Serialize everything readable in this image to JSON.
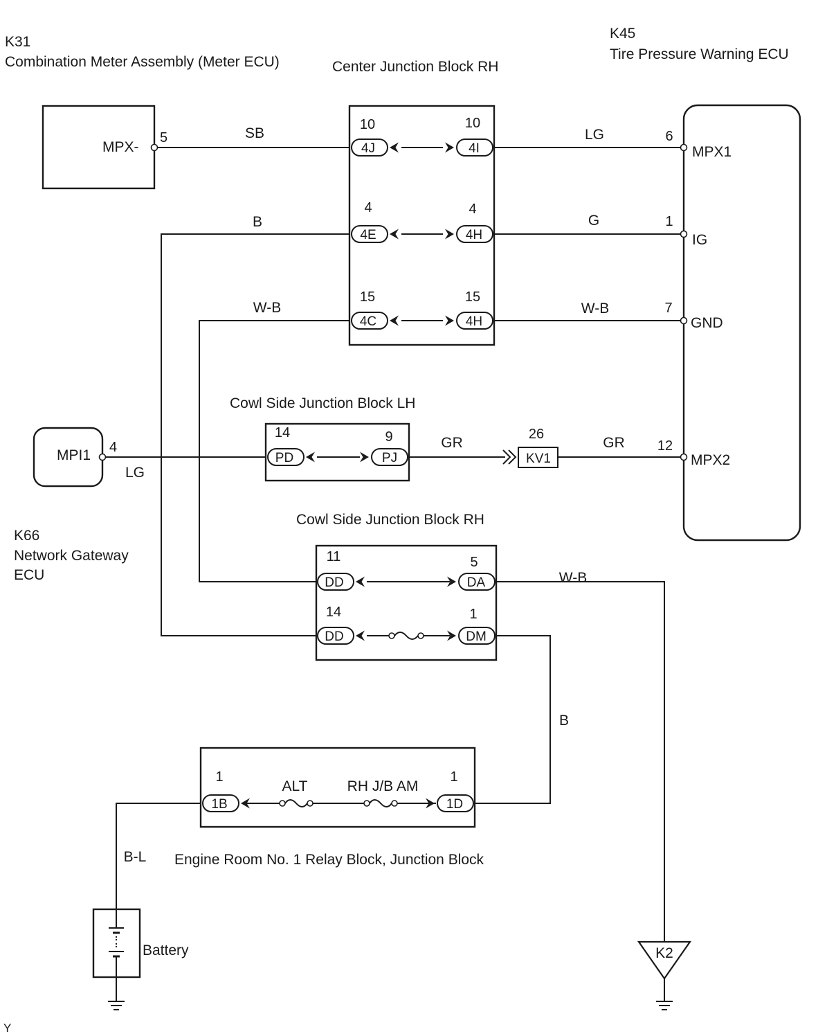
{
  "labels": {
    "k31_code": "K31",
    "k31_name": "Combination Meter Assembly (Meter ECU)",
    "cjb_title": "Center Junction Block RH",
    "k45_code": "K45",
    "k45_name": "Tire Pressure Warning ECU",
    "cowl_lh_title": "Cowl Side Junction Block LH",
    "cowl_rh_title": "Cowl Side Junction Block RH",
    "k66_code": "K66",
    "k66_name_line1": "Network Gateway",
    "k66_name_line2": "ECU",
    "erb_title": "Engine Room No. 1 Relay Block, Junction Block",
    "battery": "Battery",
    "ground_k2": "K2",
    "corner_mark": "Y"
  },
  "terminals": {
    "k31_mpx": "MPX-",
    "k45_mpx1": "MPX1",
    "k45_ig": "IG",
    "k45_gnd": "GND",
    "k45_mpx2": "MPX2",
    "k66_mpi1": "MPI1"
  },
  "pins": {
    "k31_mpx": "5",
    "cjb_4j": "10",
    "cjb_4i": "10",
    "k45_mpx1": "6",
    "cjb_4e": "4",
    "cjb_4h_ig": "4",
    "k45_ig": "1",
    "cjb_4c": "15",
    "cjb_4h_gnd": "15",
    "k45_gnd": "7",
    "k66_mpi1": "4",
    "lh_pd": "14",
    "lh_pj": "9",
    "kv1": "26",
    "k45_mpx2": "12",
    "rh_dd_top": "11",
    "rh_da": "5",
    "rh_dd_bot": "14",
    "rh_dm": "1",
    "erb_1b": "1",
    "erb_1d": "1"
  },
  "connectors": {
    "cjb_4j": "4J",
    "cjb_4i": "4I",
    "cjb_4e": "4E",
    "cjb_4h_ig": "4H",
    "cjb_4c": "4C",
    "cjb_4h_gnd": "4H",
    "lh_pd": "PD",
    "lh_pj": "PJ",
    "kv1": "KV1",
    "rh_dd_top": "DD",
    "rh_da": "DA",
    "rh_dd_bot": "DD",
    "rh_dm": "DM",
    "erb_1b": "1B",
    "erb_1d": "1D"
  },
  "wires": {
    "mpx_left": "SB",
    "mpx1_right": "LG",
    "ig_left": "B",
    "ig_right": "G",
    "gnd_left": "W-B",
    "gnd_right": "W-B",
    "mpi1": "LG",
    "mpx2_mid": "GR",
    "mpx2_right": "GR",
    "da_ground": "W-B",
    "dm_feed": "B",
    "battery_feed": "B-L"
  },
  "fuses": {
    "alt": "ALT",
    "rh_jb_am": "RH J/B AM"
  }
}
